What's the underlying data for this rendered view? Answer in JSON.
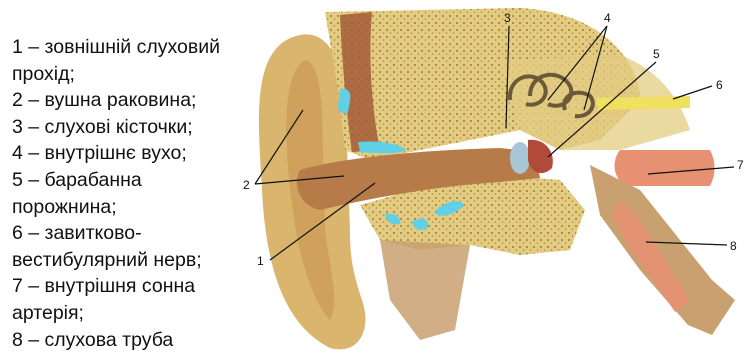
{
  "legend": {
    "lines": [
      "1 – зовнішній слуховий",
      "прохід;",
      "2 – вушна раковина;",
      "3 – слухові кісточки;",
      "4 – внутрішнє вухо;",
      "5 – барабанна",
      "порожнина;",
      "6 – завитково-",
      "вестибулярний нерв;",
      "7 – внутрішня сонна",
      "артерія;",
      "8 – слухова труба"
    ]
  },
  "figure": {
    "callouts": [
      "1",
      "2",
      "3",
      "4",
      "5",
      "6",
      "7",
      "8"
    ],
    "colors": {
      "auricle": "#d9b56e",
      "skin": "#c98f4e",
      "bone": "#e3cc82",
      "bone_dots": "#a88a3e",
      "muscle": "#a35a3a",
      "canal": "#b77b4a",
      "cartilage": "#5fd0e6",
      "artery": "#e89072",
      "nerve": "#f0e060",
      "tube": "#c9a070",
      "background": "#ffffff"
    }
  }
}
